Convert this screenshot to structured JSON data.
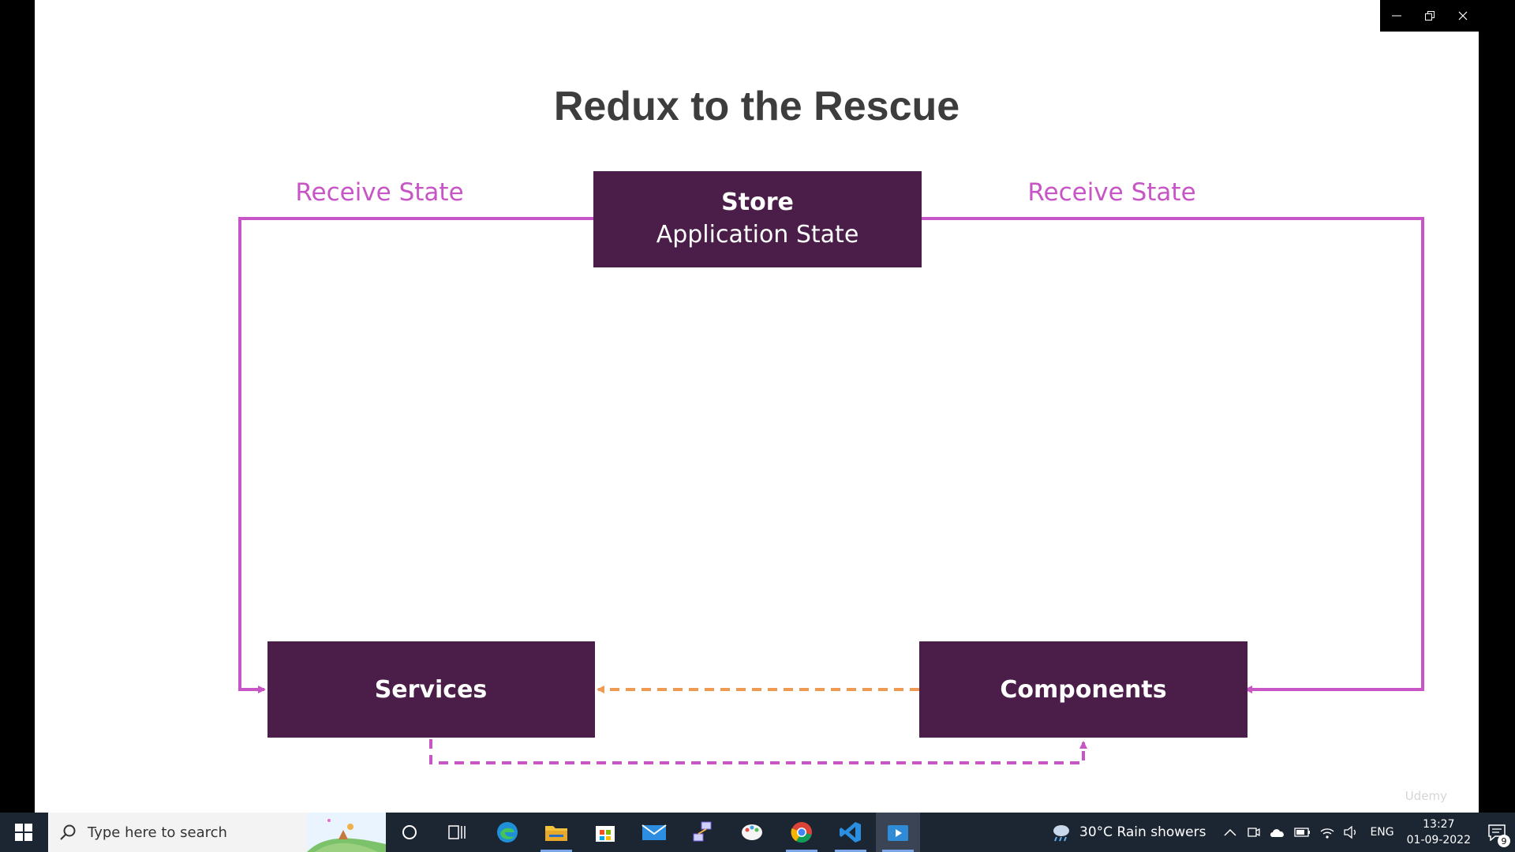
{
  "slide": {
    "title": "Redux to the Rescue",
    "store": {
      "title": "Store",
      "subtitle": "Application State"
    },
    "services_label": "Services",
    "components_label": "Components",
    "receive_left": "Receive State",
    "receive_right": "Receive State",
    "watermark": "Udemy",
    "colors": {
      "box_fill": "#4a1e48",
      "flow_line": "#c855c6",
      "dashed_orange": "#ef9a52",
      "title_text": "#3d3d3d"
    }
  },
  "window_controls": {
    "minimize": "minimize-icon",
    "restore": "restore-icon",
    "close": "close-icon"
  },
  "taskbar": {
    "search_placeholder": "Type here to search",
    "weather": "30°C  Rain showers",
    "language": "ENG",
    "time": "13:27",
    "date": "01-09-2022",
    "notification_count": "9",
    "apps": [
      "edge-icon",
      "file-explorer-icon",
      "store-icon",
      "mail-icon",
      "network-tool-icon",
      "paint-icon",
      "chrome-icon",
      "vscode-icon",
      "media-player-icon"
    ]
  }
}
